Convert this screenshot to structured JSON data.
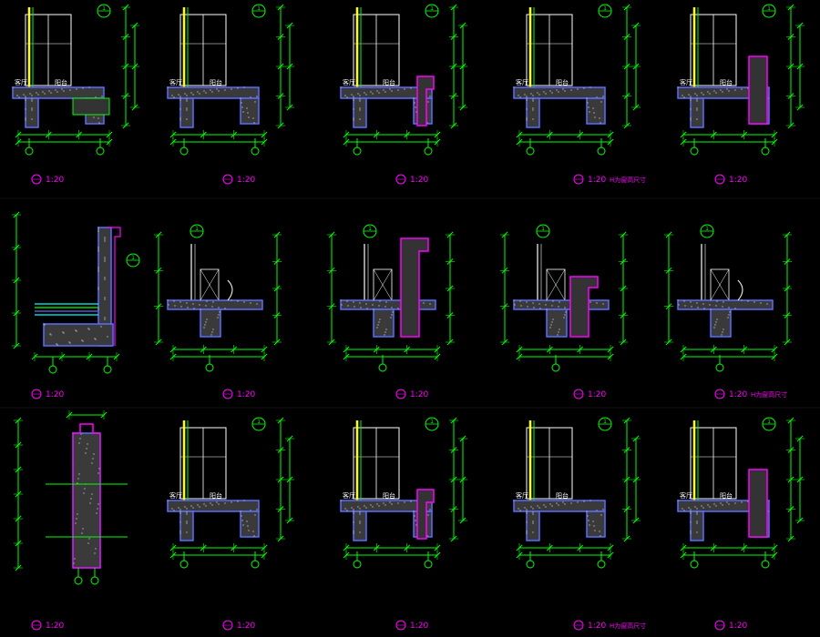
{
  "colors": {
    "background": "#000000",
    "dimension": "#00ff00",
    "wall": "#b4b4b4",
    "outline": "#5a6cff",
    "highlight": "#ff00ff",
    "glass": "#ffff00",
    "frame": "#ffffff"
  },
  "labels": {
    "room_living": "客厅",
    "room_balcony": "阳台",
    "callout_mark": "1"
  },
  "details": [
    {
      "scale": "1:20",
      "note": "",
      "variant": "window",
      "edge": "step"
    },
    {
      "scale": "1:20",
      "note": "",
      "variant": "window",
      "edge": "plain"
    },
    {
      "scale": "1:20",
      "note": "",
      "variant": "window",
      "edge": "magenta"
    },
    {
      "scale": "1:20",
      "note": "H为窗高尺寸",
      "variant": "window",
      "edge": "plain"
    },
    {
      "scale": "1:20",
      "note": "",
      "variant": "window",
      "edge": "magentaTall"
    },
    {
      "scale": "1:20",
      "note": "",
      "variant": "parapet",
      "edge": ""
    },
    {
      "scale": "1:20",
      "note": "",
      "variant": "railing",
      "edge": "plain"
    },
    {
      "scale": "1:20",
      "note": "",
      "variant": "railing",
      "edge": "magentaTall"
    },
    {
      "scale": "1:20",
      "note": "",
      "variant": "railing",
      "edge": "magenta"
    },
    {
      "scale": "1:20",
      "note": "H为窗高尺寸",
      "variant": "railing",
      "edge": "plain"
    },
    {
      "scale": "1:20",
      "note": "",
      "variant": "column",
      "edge": ""
    },
    {
      "scale": "1:20",
      "note": "",
      "variant": "window",
      "edge": "plain"
    },
    {
      "scale": "1:20",
      "note": "",
      "variant": "window",
      "edge": "magenta"
    },
    {
      "scale": "1:20",
      "note": "H为窗高尺寸",
      "variant": "window",
      "edge": "plain"
    },
    {
      "scale": "1:20",
      "note": "",
      "variant": "window",
      "edge": "magentaTall"
    }
  ]
}
